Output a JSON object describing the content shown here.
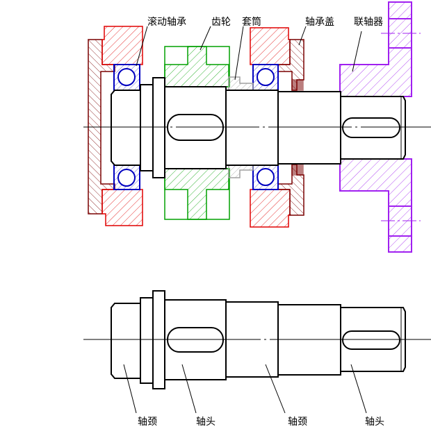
{
  "assembly_labels": {
    "bearing": "滚动轴承",
    "gear": "齿轮",
    "sleeve": "套筒",
    "bearing_cover": "轴承盖",
    "coupling": "联轴器"
  },
  "shaft_labels": [
    "轴颈",
    "轴头",
    "轴颈",
    "轴头"
  ],
  "colors": {
    "housing": "#e00000",
    "cover": "#7a0000",
    "bearing": "#0000c0",
    "gear": "#00a000",
    "sleeve": "#a0a0a0",
    "coupling": "#a020f0",
    "shaft": "#000000"
  }
}
